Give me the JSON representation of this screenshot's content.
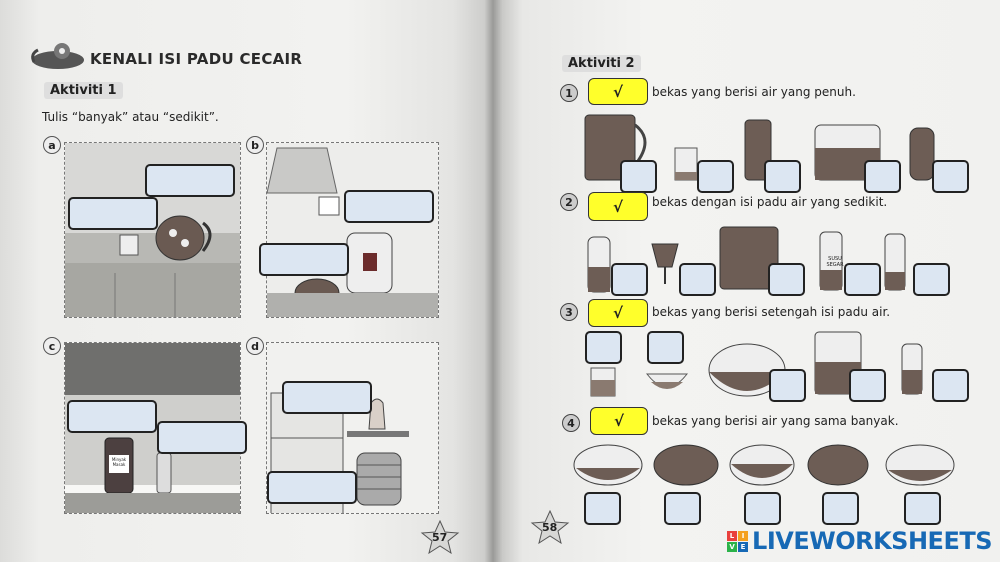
{
  "left_page": {
    "title": "KENALI ISI PADU CECAIR",
    "activity_label": "Aktiviti 1",
    "instruction": "Tulis “banyak” atau “sedikit”.",
    "scene_letters": [
      "a",
      "b",
      "c",
      "d"
    ],
    "page_number": "57"
  },
  "right_page": {
    "activity_label": "Aktiviti 2",
    "questions": [
      {
        "number": "1",
        "tick": "√",
        "text": "bekas yang berisi air yang penuh."
      },
      {
        "number": "2",
        "tick": "√",
        "text": "bekas dengan isi padu air yang sedikit."
      },
      {
        "number": "3",
        "tick": "√",
        "text": "bekas yang berisi setengah isi padu air."
      },
      {
        "number": "4",
        "tick": "√",
        "text": "bekas yang berisi air yang sama banyak."
      }
    ],
    "bottle_label_text": "SUSU SEGAR",
    "page_number": "58"
  },
  "scene_c_label": "Minyak Masak",
  "brand": {
    "name": "LIVEWORKSHEETS",
    "logo_letters": [
      "L",
      "I",
      "V",
      "E"
    ],
    "color": "#1769b5"
  }
}
